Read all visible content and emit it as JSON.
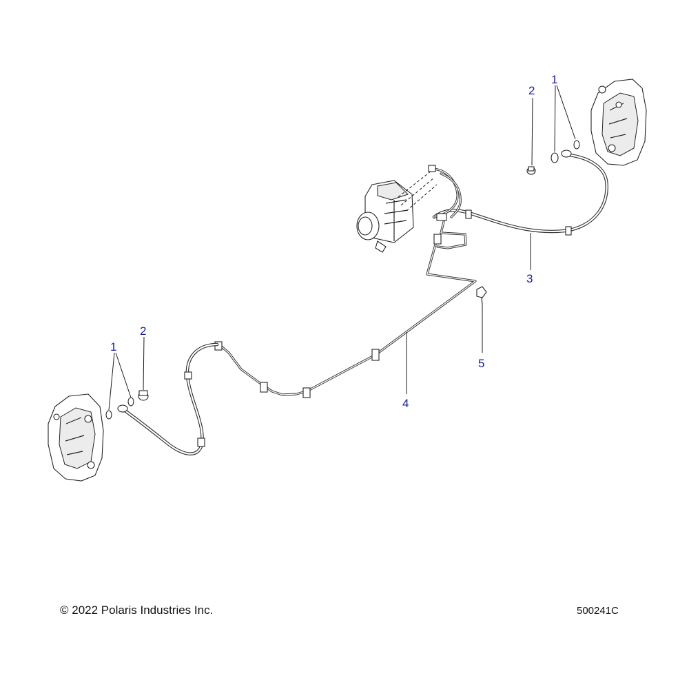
{
  "callouts": {
    "c1_top": "1",
    "c2_top": "2",
    "c3": "3",
    "c1_bottom": "1",
    "c2_bottom": "2",
    "c4": "4",
    "c5": "5"
  },
  "footer": {
    "copyright": "© 2022 Polaris Industries Inc.",
    "part_number": "500241C"
  },
  "colors": {
    "callout_text": "#1a1aa6",
    "line_art": "#222222",
    "background": "#ffffff"
  }
}
